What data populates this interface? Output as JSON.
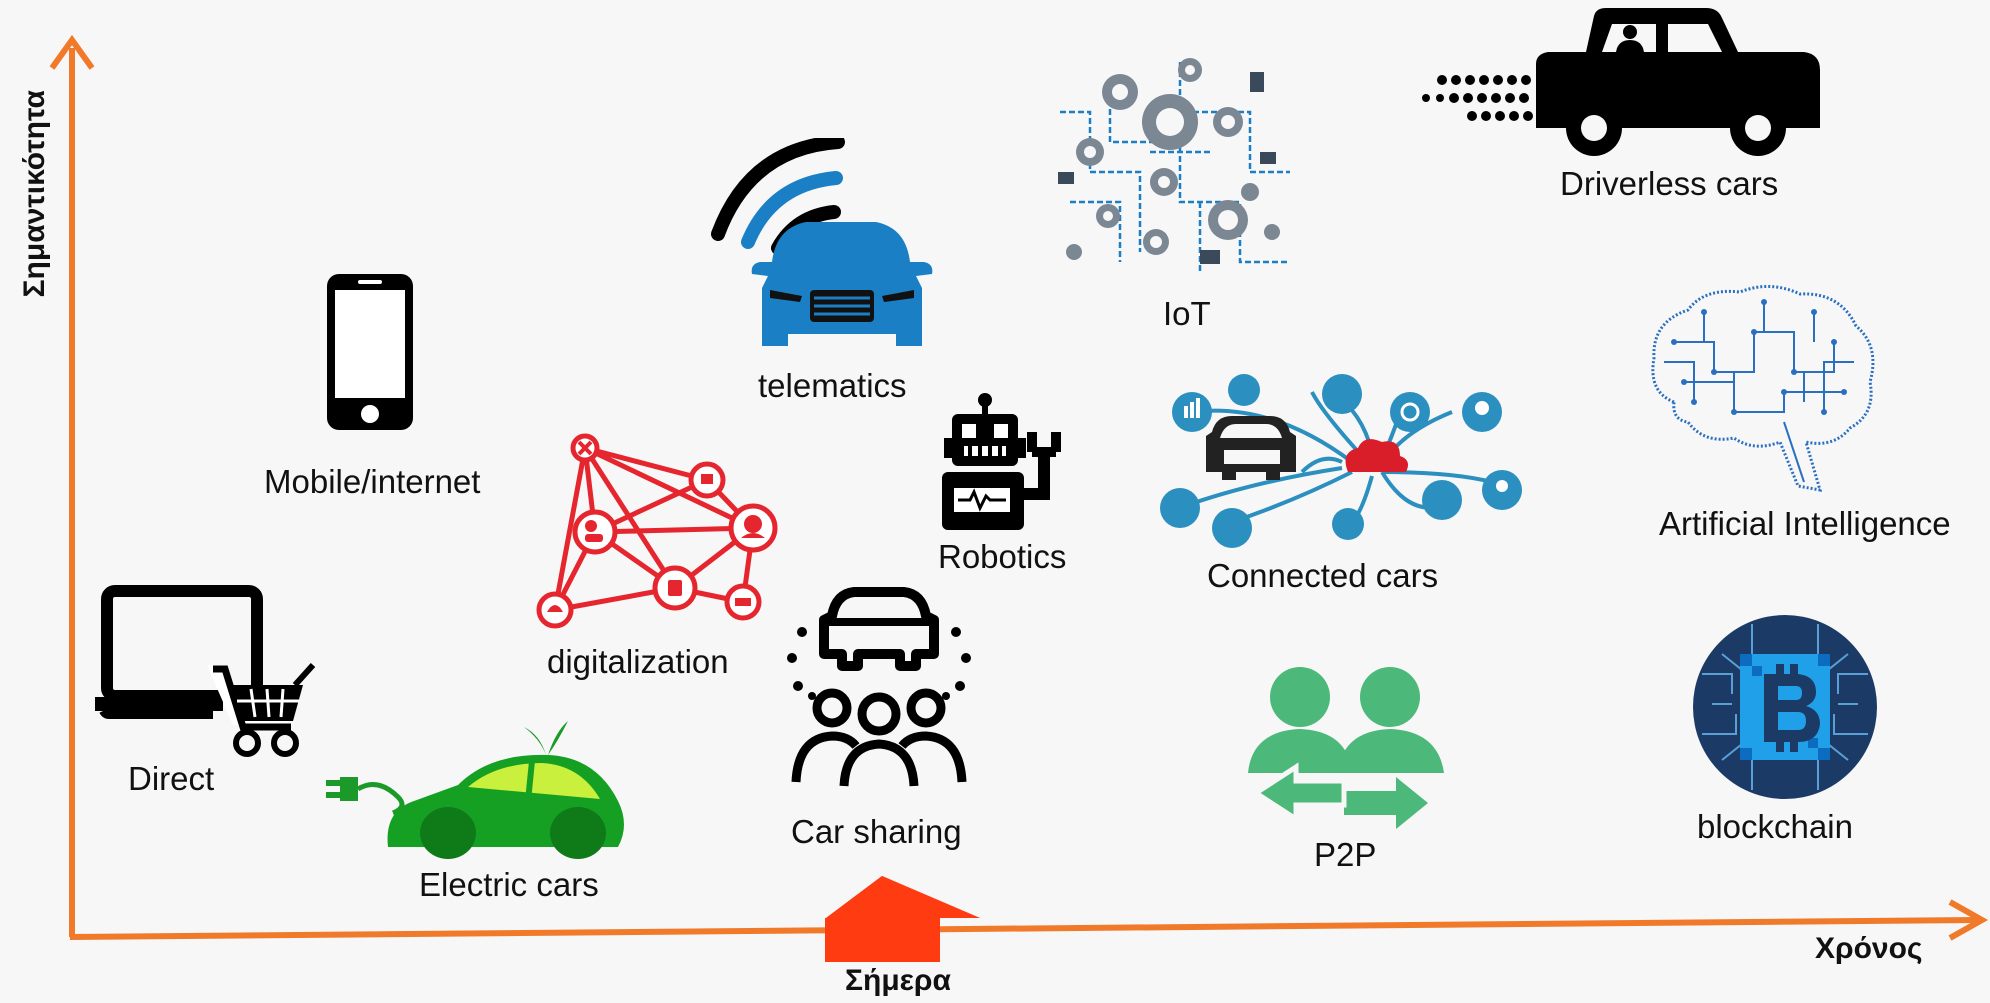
{
  "axes": {
    "x_label": "Χρόνος",
    "y_label": "Σημαντικότητα",
    "today_label": "Σήμερα",
    "axis_color": "#f07a2a",
    "today_arrow_color": "#ff3b12"
  },
  "items": {
    "direct": {
      "label": "Direct",
      "icon": "laptop-cart-icon"
    },
    "mobile": {
      "label": "Mobile/internet",
      "icon": "smartphone-icon"
    },
    "electric_cars": {
      "label": "Electric cars",
      "icon": "electric-car-icon"
    },
    "digitalization": {
      "label": "digitalization",
      "icon": "network-icon"
    },
    "telematics": {
      "label": "telematics",
      "icon": "connected-car-wifi-icon"
    },
    "car_sharing": {
      "label": "Car sharing",
      "icon": "car-sharing-icon"
    },
    "robotics": {
      "label": "Robotics",
      "icon": "robot-icon"
    },
    "iot": {
      "label": "IoT",
      "icon": "iot-gears-icon"
    },
    "connected_cars": {
      "label": "Connected cars",
      "icon": "connected-cars-cloud-icon"
    },
    "p2p": {
      "label": "P2P",
      "icon": "p2p-users-icon"
    },
    "driverless_cars": {
      "label": "Driverless cars",
      "icon": "driverless-car-icon"
    },
    "ai": {
      "label": "Artificial Intelligence",
      "icon": "circuit-brain-icon"
    },
    "blockchain": {
      "label": "blockchain",
      "icon": "bitcoin-chip-icon"
    }
  },
  "colors": {
    "red": "#e5262e",
    "blue": "#1a7fc4",
    "green": "#1b9a2a",
    "light_green": "#c8f03c",
    "teal": "#2b8fbf",
    "p2p_green": "#4cb87a",
    "ai_blue": "#2a6fc0",
    "chain_bg": "#1c3a66"
  }
}
